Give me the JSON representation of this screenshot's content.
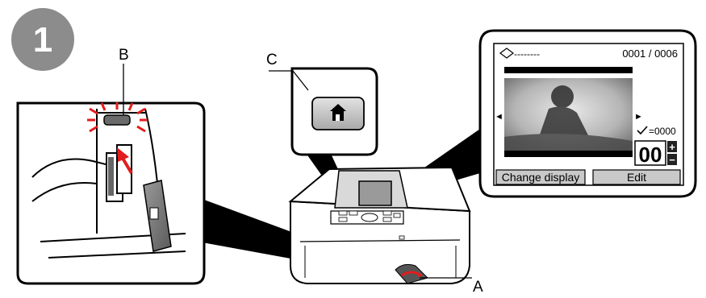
{
  "step": {
    "number": "1"
  },
  "callouts": {
    "a": "A",
    "b": "B",
    "c": "C"
  },
  "lcd": {
    "counter": "0001 / 0006",
    "dashes": "--------",
    "copy_count_label": "=0000",
    "copies": "00",
    "plus": "+",
    "minus": "−",
    "left_arrow": "◄",
    "right_arrow": "►",
    "change_display_button": "Change display",
    "edit_button": "Edit"
  },
  "icons": {
    "home": "home-icon",
    "memory_card": "memory-card-icon",
    "check": "check-icon"
  }
}
